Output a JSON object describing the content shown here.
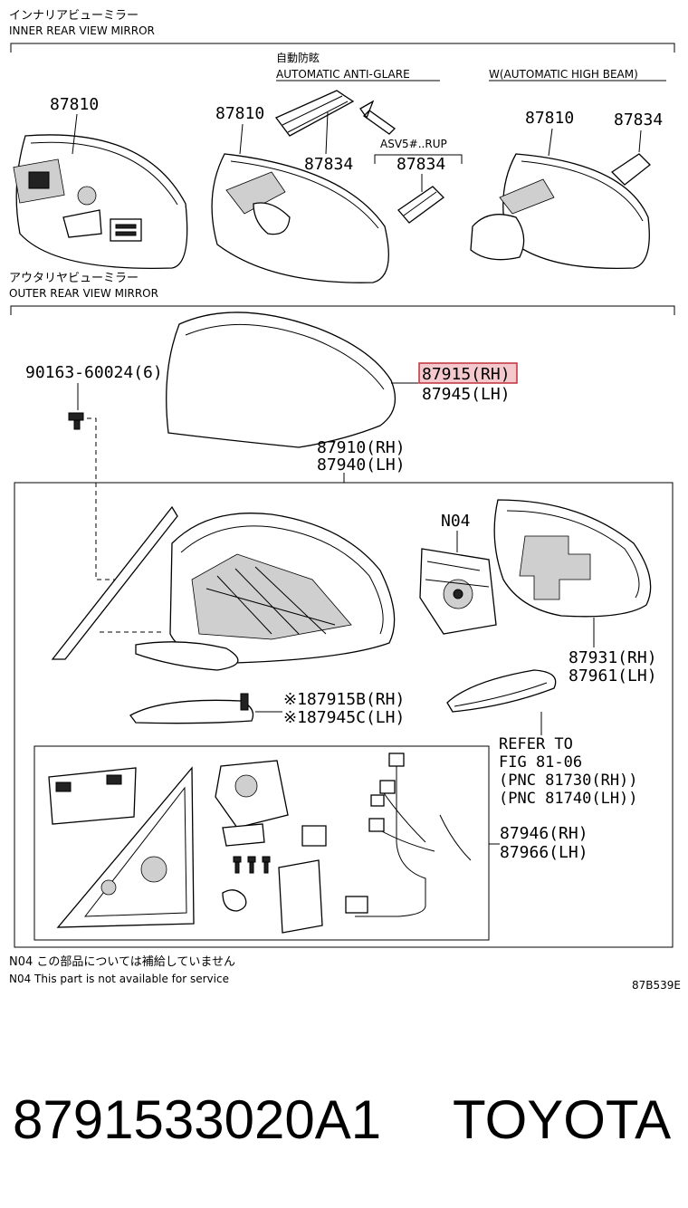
{
  "inner_section": {
    "title_jp": "インナリアビューミラー",
    "title_en": "INNER REAR VIEW MIRROR",
    "anti_glare_jp": "自動防眩",
    "anti_glare_en": "AUTOMATIC ANTI-GLARE",
    "high_beam": "W(AUTOMATIC HIGH BEAM)",
    "asv_note": "ASV5#..RUP",
    "labels": {
      "m1": "87810",
      "m2": "87810",
      "m2_clip": "87834",
      "asv_clip": "87834",
      "m3": "87810",
      "m3_clip": "87834"
    }
  },
  "outer_section": {
    "title_jp": "アウタリヤビューミラー",
    "title_en": "OUTER REAR VIEW MIRROR",
    "screw": "90163-60024(6)",
    "cover_rh": "87915(RH)",
    "cover_lh": "87945(LH)",
    "assy_rh": "87910(RH)",
    "assy_lh": "87940(LH)",
    "n04": "N04",
    "glass_rh": "87931(RH)",
    "glass_lh": "87961(LH)",
    "cover_b_rh": "※187915B(RH)",
    "cover_c_lh": "※187945C(LH)",
    "refer_1": "REFER TO",
    "refer_2": "FIG 81-06",
    "refer_3": "(PNC 81730(RH))",
    "refer_4": "(PNC 81740(LH))",
    "wire_rh": "87946(RH)",
    "wire_lh": "87966(LH)"
  },
  "notes": {
    "n04_jp": "N04 この部品については補給していません",
    "n04_en": "N04 This part is not available for service",
    "drawing_code": "87B539E"
  },
  "footer": {
    "part_number": "8791533020A1",
    "brand": "TOYOTA"
  },
  "colors": {
    "highlight_fill": "#f4c8cc",
    "highlight_stroke": "#c0303a"
  }
}
